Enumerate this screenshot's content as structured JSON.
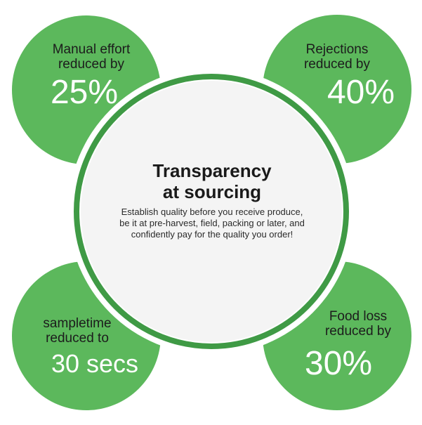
{
  "center": {
    "title": "Transparency\nat sourcing",
    "body": "Establish quality before you receive produce, be it at pre-harvest, field, packing or later, and confidently pay for the quality you order!"
  },
  "stats": [
    {
      "label": "Manual effort\nreduced by",
      "value": "25%"
    },
    {
      "label": "Rejections\nreduced by",
      "value": "40%"
    },
    {
      "label": "sampletime\nreduced to",
      "value": "30 secs"
    },
    {
      "label": "Food loss\nreduced by",
      "value": "30%"
    }
  ],
  "colors": {
    "green": "#5cb85c",
    "green_dark": "#3f9a45",
    "center_fill": "#f4f4f4",
    "text_dark": "#1a1a1a",
    "text_light": "#ffffff"
  }
}
